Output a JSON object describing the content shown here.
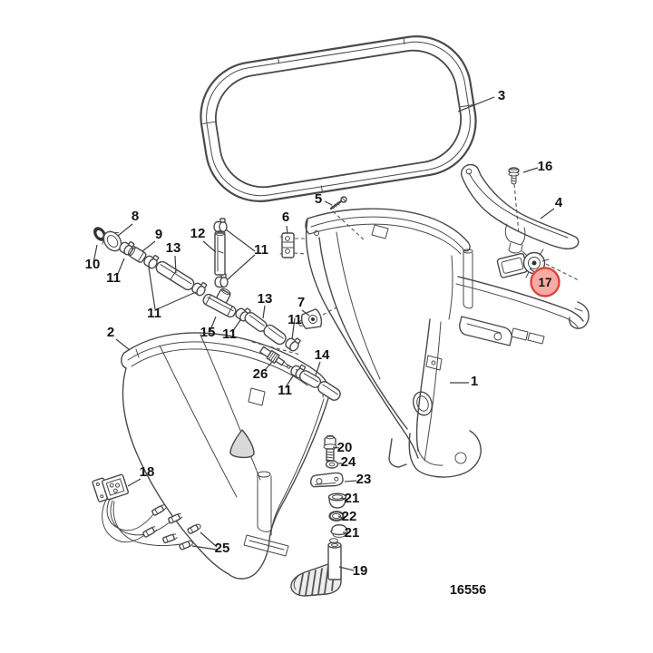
{
  "diagram": {
    "drawing_number": "16556",
    "highlight": {
      "label": "17",
      "fill": "#f6aca5",
      "stroke": "#dd4537"
    },
    "callouts": [
      "1",
      "2",
      "3",
      "4",
      "5",
      "6",
      "7",
      "8",
      "9",
      "10",
      "11",
      "11",
      "11",
      "11",
      "11",
      "11",
      "12",
      "13",
      "13",
      "14",
      "15",
      "16",
      "18",
      "19",
      "20",
      "21",
      "21",
      "22",
      "23",
      "24",
      "25",
      "26"
    ]
  }
}
